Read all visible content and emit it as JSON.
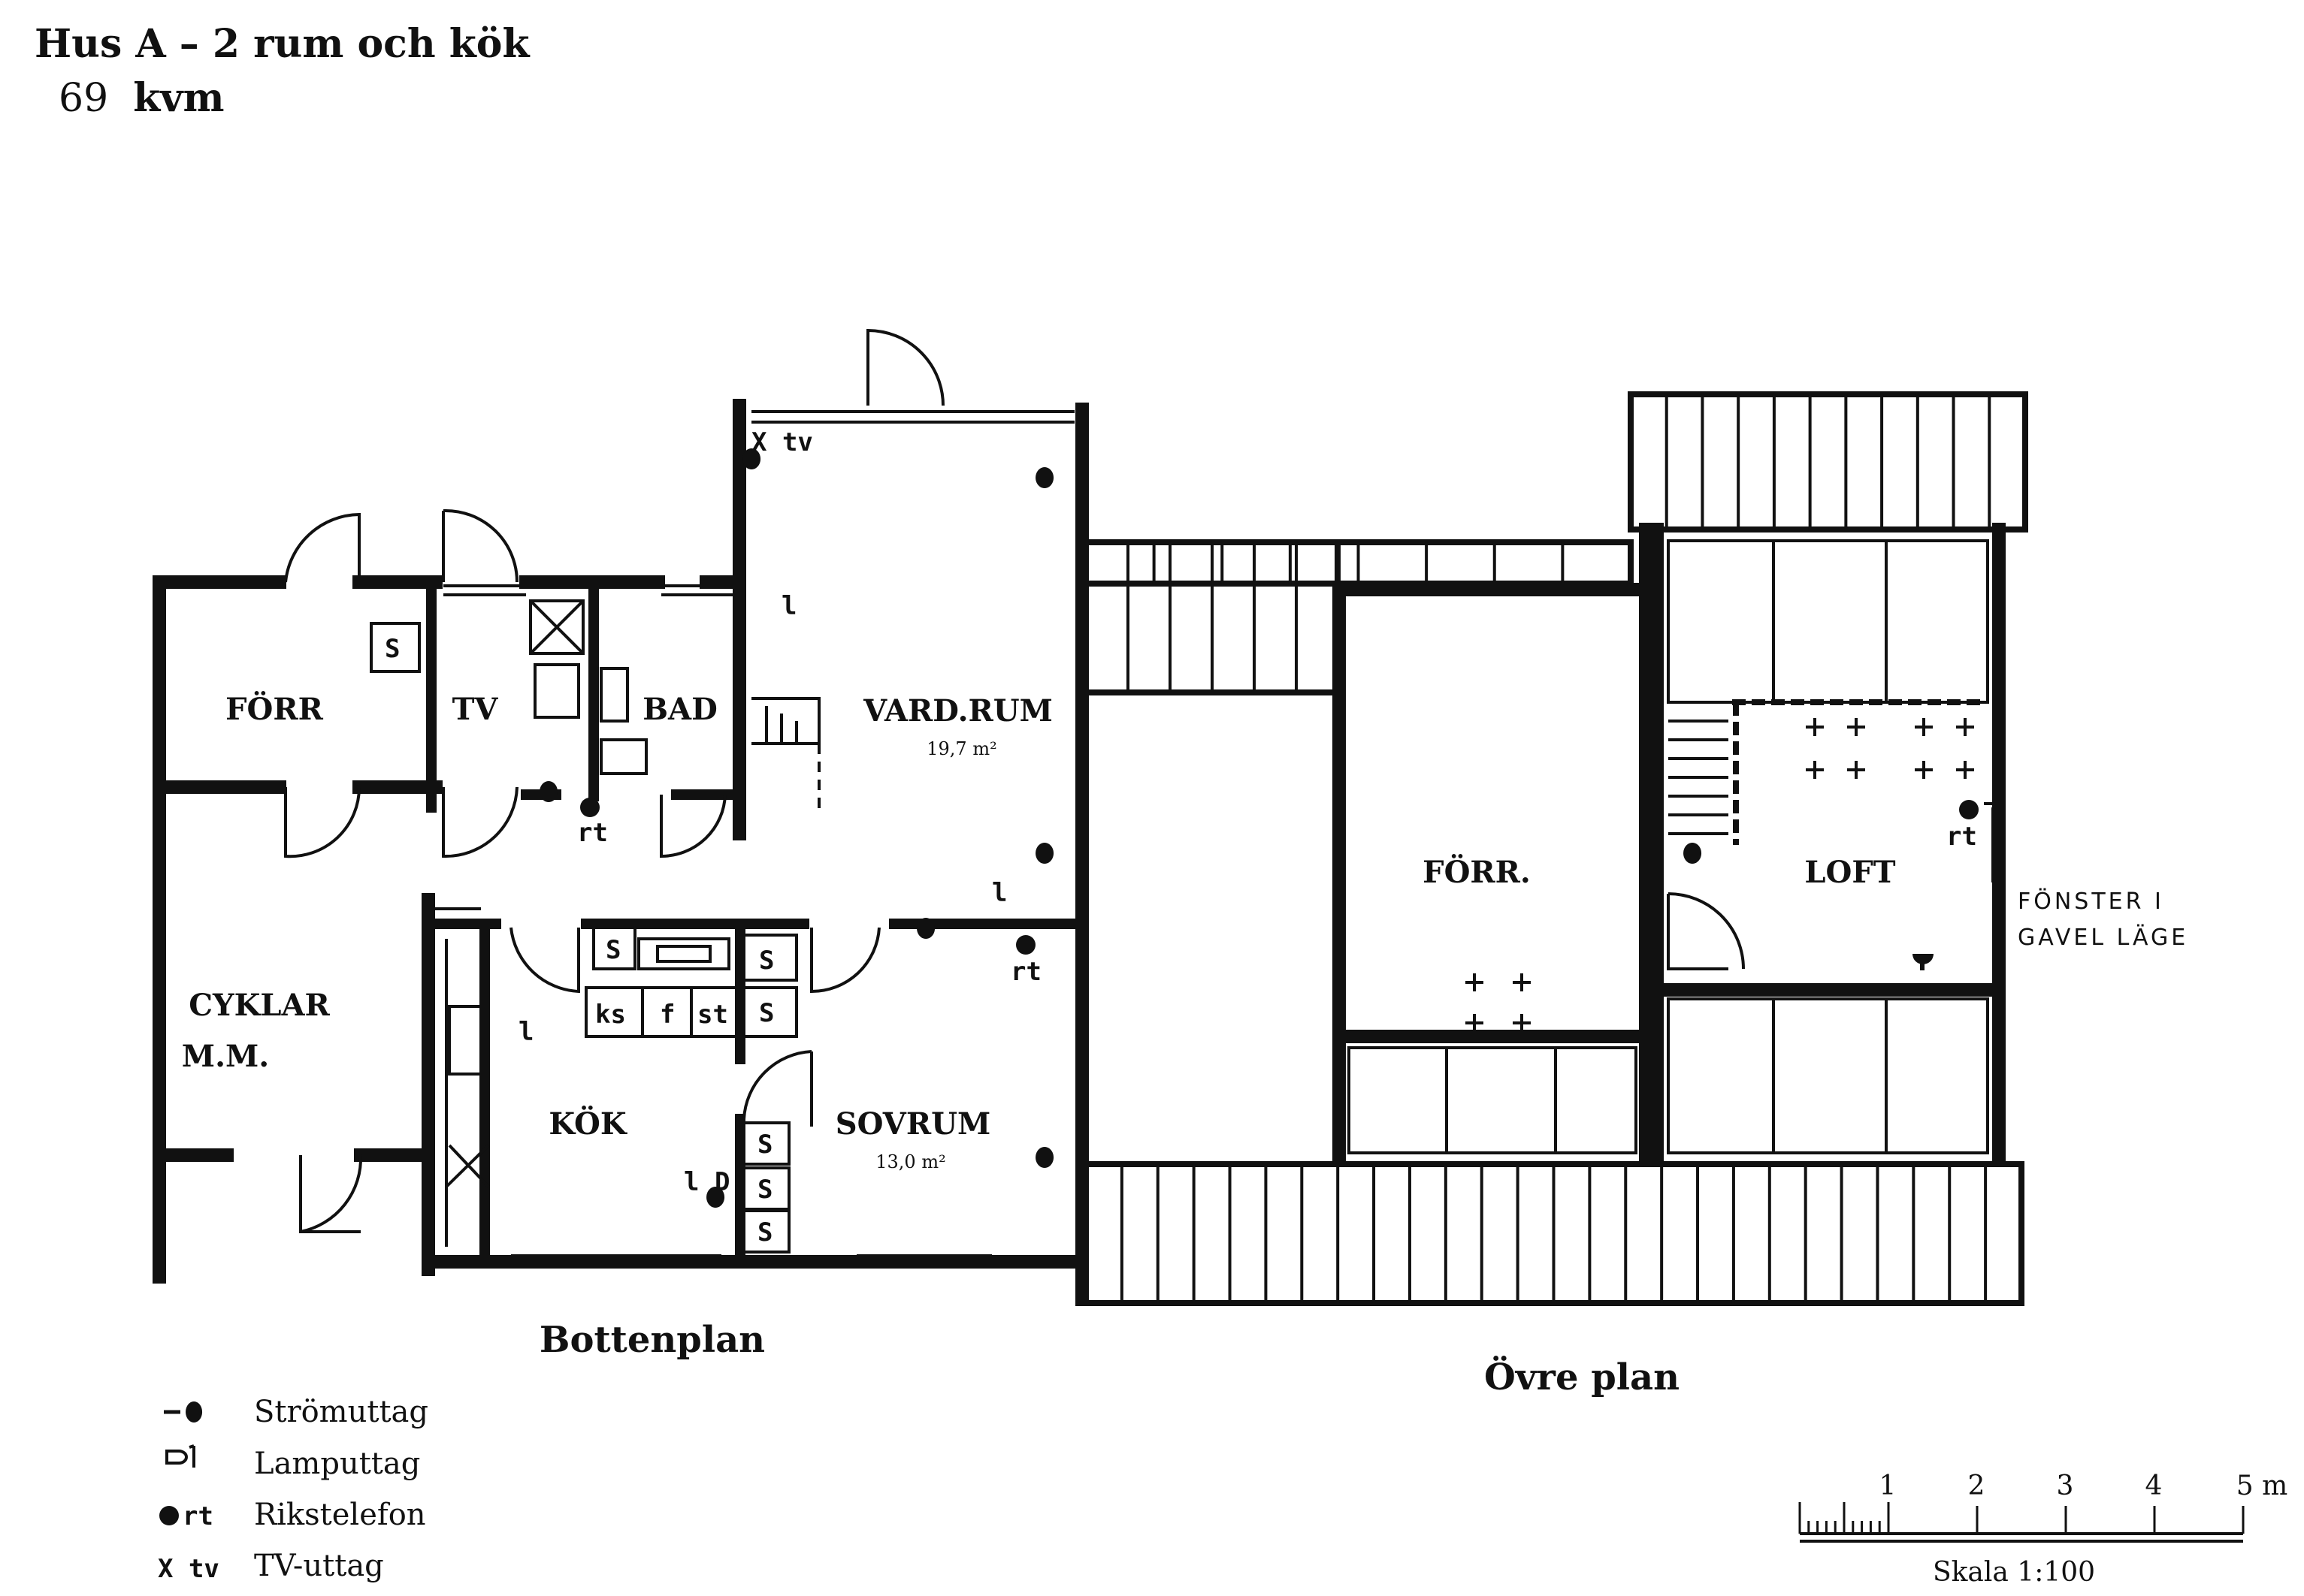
{
  "header": {
    "title": "Hus A – 2 rum och kök",
    "area_value": "69",
    "area_unit": "kvm"
  },
  "rooms": {
    "forr_ground": "FÖRR",
    "tv": "TV",
    "bad": "BAD",
    "vardrum": "VARD.RUM",
    "vardrum_area": "19,7 m²",
    "cyklar_1": "CYKLAR",
    "cyklar_2": "M.M.",
    "kok": "KÖK",
    "sovrum": "SOVRUM",
    "sovrum_area": "13,0 m²",
    "forr_upper": "FÖRR.",
    "loft": "LOFT"
  },
  "fixtures": {
    "s": "S",
    "ks": "ks",
    "f": "f",
    "st": "st",
    "xtv": "X tv",
    "rt": "rt",
    "lamp_l": "l",
    "lamp_lD": "l D"
  },
  "notes": {
    "gavel_1": "FÖNSTER I",
    "gavel_2": "GAVEL LÄGE"
  },
  "plans": {
    "ground": "Bottenplan",
    "upper": "Övre plan"
  },
  "legend": [
    {
      "symbol": "-◖",
      "label": "Strömuttag"
    },
    {
      "symbol": "ᴅl",
      "label": "Lamputtag"
    },
    {
      "symbol": "●rt",
      "label": "Rikstelefon"
    },
    {
      "symbol": "X tv",
      "label": "TV-uttag"
    }
  ],
  "scale": {
    "ticks": [
      "1",
      "2",
      "3",
      "4",
      "5 m"
    ],
    "caption": "Skala 1:100"
  }
}
